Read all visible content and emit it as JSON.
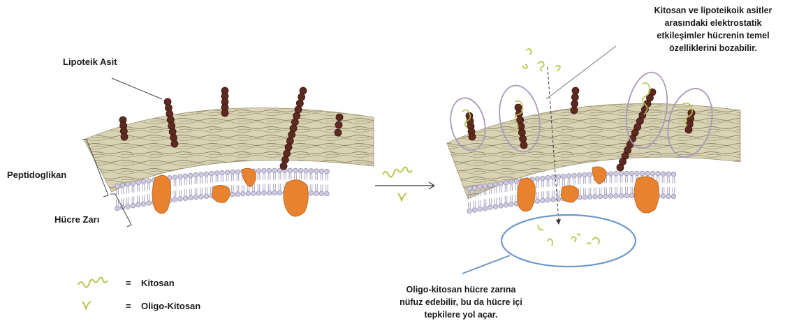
{
  "labels": {
    "lipoteichoic": "Lipoteik Asit",
    "peptidoglycan": "Peptidoglikan",
    "membrane": "Hücre Zarı"
  },
  "annotation_top": [
    "Kitosan ve lipoteikoik asitler",
    "arasındaki elektrostatik",
    "etkileşimler hücrenin temel",
    "özelliklerini bozabilir."
  ],
  "annotation_bottom": [
    "Oligo-kitosan hücre zarına",
    "nüfuz edebilir, bu da hücre içi",
    "tepkilere yol açar."
  ],
  "legend": [
    {
      "symbol": "chitosan-squiggle-icon",
      "eq": "=",
      "label": "Kitosan"
    },
    {
      "symbol": "oligo-chitosan-icon",
      "eq": "=",
      "label": "Oligo-Kitosan"
    }
  ],
  "colors": {
    "peptidoglycan": "#d9d3b4",
    "peptidoglycan_lines": "#8c8466",
    "lta_bead": "#5e2a20",
    "protein": "#e8822f",
    "lipid_head": "#ccc8de",
    "chitosan": "#b9c44a",
    "halo": "#a99ab8",
    "cell_interior_outline": "#6f97c8"
  }
}
